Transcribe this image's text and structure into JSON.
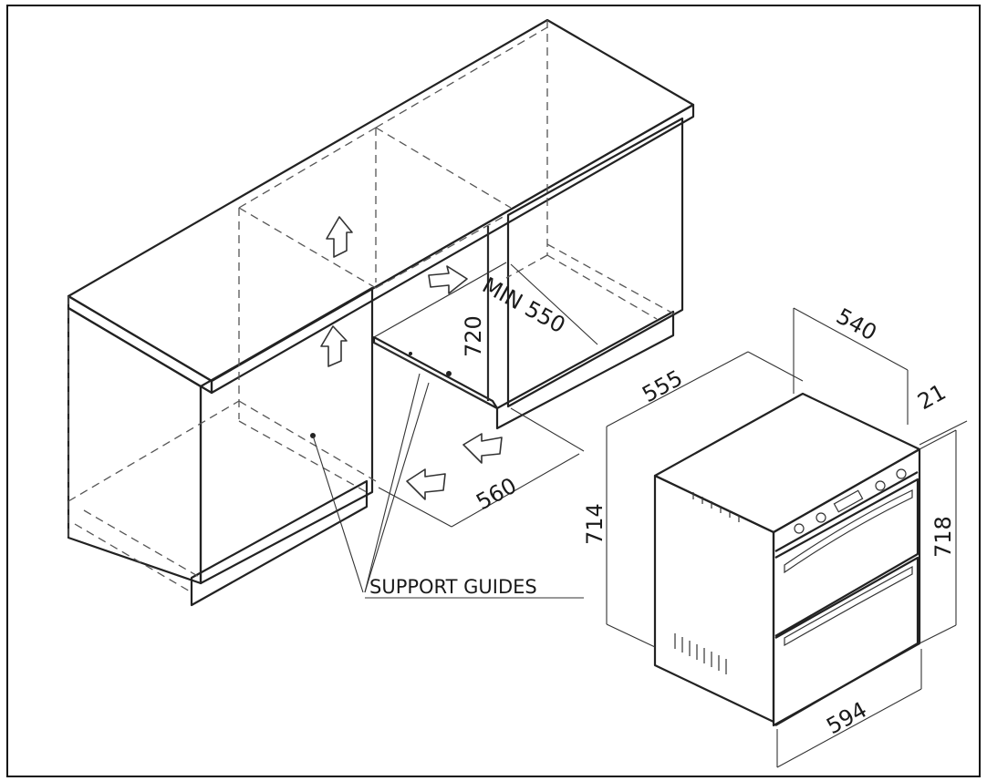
{
  "dimensions": {
    "min_depth": "MIN 550",
    "cabinet_height": "720",
    "cabinet_width": "560",
    "oven_depth": "540",
    "oven_total_depth": "555",
    "front_thickness": "21",
    "oven_body_height": "714",
    "oven_front_height": "718",
    "oven_width": "594"
  },
  "labels": {
    "support_guides": "SUPPORT GUIDES"
  }
}
